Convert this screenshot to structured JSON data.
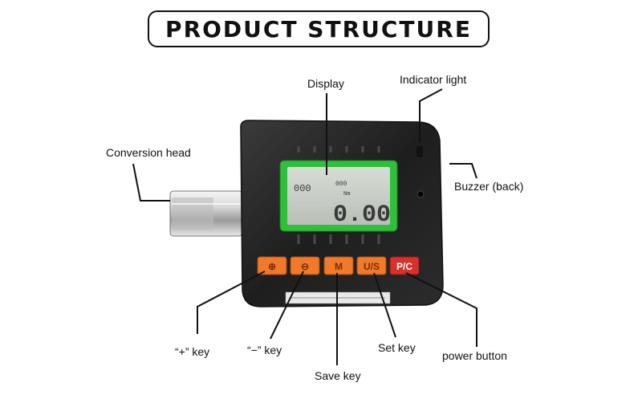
{
  "title": "PRODUCT STRUCTURE",
  "labels": {
    "display": "Display",
    "indicator_light": "Indicator light",
    "conversion_head": "Conversion head",
    "buzzer": "Buzzer (back)",
    "plus_key": "“+” key",
    "minus_key": "“−” key",
    "save_key": "Save key",
    "set_key": "Set key",
    "power_button": "power button"
  },
  "keys": {
    "plus": "⊕",
    "minus": "⊖",
    "save": "M",
    "set": "U/S",
    "power": "P/C"
  },
  "lcd": {
    "small_left": "000",
    "small_mid": "000",
    "small_unit": "Nm",
    "big_value": "0.00"
  },
  "colors": {
    "body": "#232323",
    "lcd_frame": "#2fbf3a",
    "lcd_screen": "#c9cfc8",
    "key_orange": "#f07a2a",
    "key_red": "#d8312b",
    "metal": "#cfcfcf"
  }
}
